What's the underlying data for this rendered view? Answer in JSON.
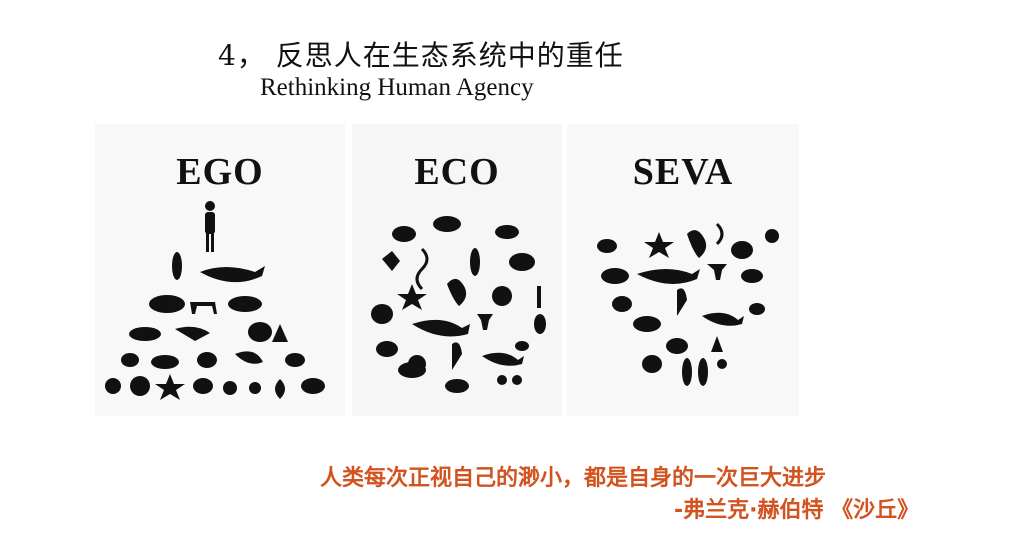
{
  "heading": {
    "title_zh": "4， 反思人在生态系统中的重任",
    "title_en": "Rethinking Human Agency"
  },
  "diagrams": [
    {
      "id": "ego",
      "label": "EGO",
      "shape": "pyramid"
    },
    {
      "id": "eco",
      "label": "ECO",
      "shape": "circle"
    },
    {
      "id": "seva",
      "label": "SEVA",
      "shape": "heart"
    }
  ],
  "quote": {
    "text": "人类每次正视自己的渺小，都是自身的一次巨大进步",
    "attribution": "-弗兰克·赫伯特 《沙丘》",
    "color": "#d2531f"
  }
}
